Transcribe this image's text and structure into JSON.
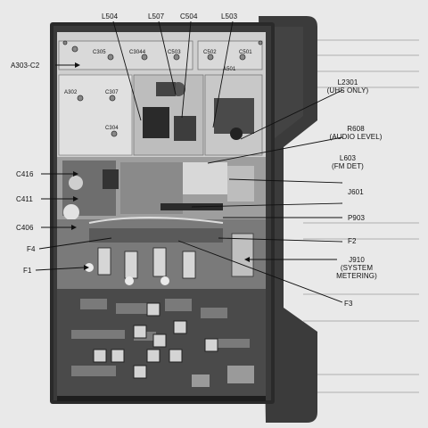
{
  "labels": {
    "l504": "L504",
    "l507": "L507",
    "c504": "C504",
    "l503": "L503",
    "a303_c2": "A303-C2",
    "l2301": "L2301",
    "l2301_note": "(UHS ONLY)",
    "r608": "R608",
    "r608_note": "(AUDIO LEVEL)",
    "l603": "L603",
    "l603_note": "(FM DET)",
    "c416": "C416",
    "c411": "C411",
    "j601": "J601",
    "c406": "C406",
    "p903": "P903",
    "f4": "F4",
    "f2": "F2",
    "f1": "F1",
    "j910": "J910",
    "j910_note1": "(SYSTEM",
    "j910_note2": "METERING)",
    "f3": "F3"
  },
  "board_labels": {
    "c305": "C305",
    "c3044": "C3044",
    "c503": "C503",
    "c502": "C502",
    "c501": "C501",
    "a501": "A501",
    "a302": "A302",
    "c307": "C307",
    "c304": "C304"
  },
  "colors": {
    "background": "#e9e9e9",
    "chassis": "#2b2b2b",
    "cover": "#3a3a3a",
    "ink": "#111111"
  }
}
